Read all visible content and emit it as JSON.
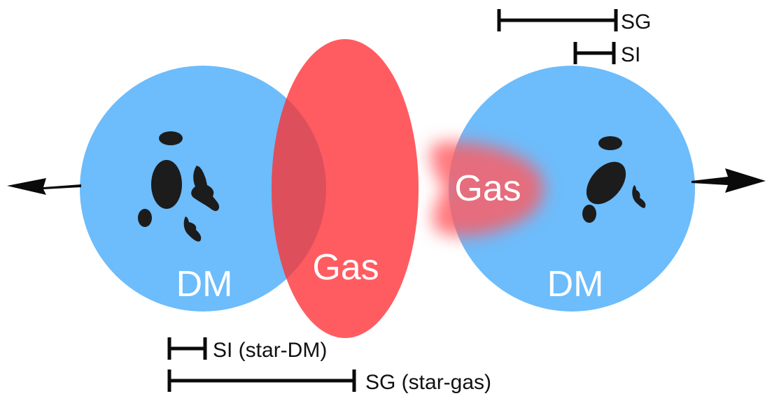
{
  "colors": {
    "dark_matter": "#6dbcfb",
    "gas": "#ff5c61",
    "gas_overlap": "#de4f5c",
    "galaxies": "#1c1c1c",
    "arrows_and_bars": "#0a0a0a"
  },
  "left_cluster": {
    "dm_label": "DM",
    "gas_label": "Gas"
  },
  "right_cluster": {
    "dm_label": "DM",
    "gas_label": "Gas"
  },
  "offset_scale_top": {
    "sg_label": "SG",
    "si_label": "SI"
  },
  "offset_scale_bottom": {
    "si_label": "SI (star-DM)",
    "sg_label": "SG (star-gas)"
  },
  "icons": {
    "left_arrow": "arrow-left-icon",
    "right_arrow": "arrow-right-icon"
  }
}
